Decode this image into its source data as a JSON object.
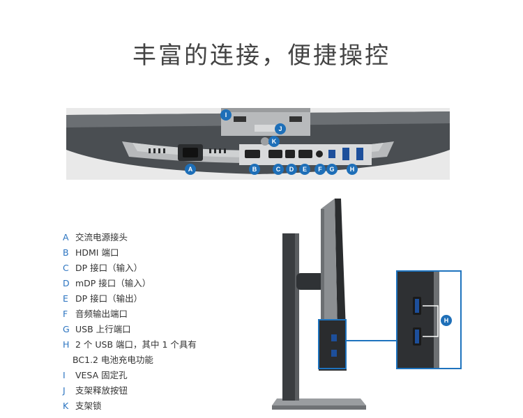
{
  "title": "丰富的连接，便捷操控",
  "badges": [
    "A",
    "B",
    "C",
    "D",
    "E",
    "F",
    "G",
    "H",
    "I",
    "J",
    "K"
  ],
  "legend": [
    {
      "letter": "A",
      "text": "交流电源接头"
    },
    {
      "letter": "B",
      "text": "HDMI 端口"
    },
    {
      "letter": "C",
      "text": "DP 接口（输入）"
    },
    {
      "letter": "D",
      "text": "mDP 接口（输入）"
    },
    {
      "letter": "E",
      "text": "DP 接口（输出）"
    },
    {
      "letter": "F",
      "text": "音频输出端口"
    },
    {
      "letter": "G",
      "text": "USB 上行端口"
    },
    {
      "letter": "H",
      "text": "2 个 USB 端口，其中 1 个具有"
    },
    {
      "letter": "",
      "text": "BC1.2 电池充电功能"
    },
    {
      "letter": "I",
      "text": "VESA 固定孔"
    },
    {
      "letter": "J",
      "text": "支架释放按钮"
    },
    {
      "letter": "K",
      "text": "支架锁"
    }
  ],
  "colors": {
    "accent": "#1e6fb8",
    "monitor": "#555a5e",
    "stand": "#8a8d90"
  }
}
